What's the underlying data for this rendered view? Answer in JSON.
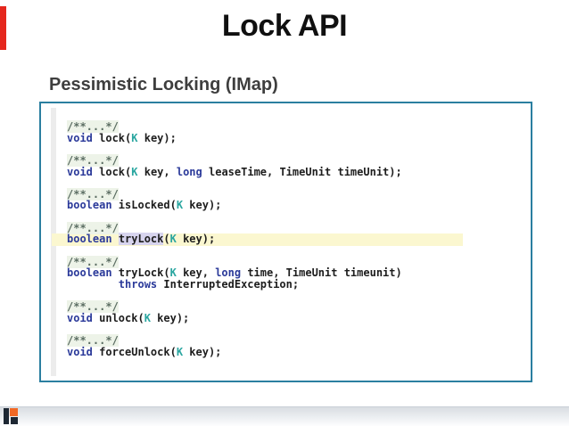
{
  "slide": {
    "title": "Lock API",
    "subtitle": "Pessimistic Locking (IMap)"
  },
  "colors": {
    "accent-red": "#e5271d",
    "box-border": "#2b7fa0",
    "keyword": "#2b3a9a",
    "type-param": "#2aa6a0",
    "comment": "#5c6e63",
    "comment-bg": "#edf3e8",
    "code-text": "#1d1d1d",
    "line-highlight": "#fbf7d0",
    "word-selection": "#d7d4ee",
    "logo-orange": "#f16824",
    "logo-dark": "#1d2733"
  },
  "code": {
    "lines": [
      {
        "tokens": [
          {
            "t": "cm",
            "s": "/**...*/"
          }
        ]
      },
      {
        "tokens": [
          {
            "t": "kw",
            "s": "void"
          },
          {
            "t": "tx",
            "s": " lock("
          },
          {
            "t": "ty",
            "s": "K"
          },
          {
            "t": "tx",
            "s": " key);"
          }
        ]
      },
      {
        "tokens": []
      },
      {
        "tokens": [
          {
            "t": "cm",
            "s": "/**...*/"
          }
        ]
      },
      {
        "tokens": [
          {
            "t": "kw",
            "s": "void"
          },
          {
            "t": "tx",
            "s": " lock("
          },
          {
            "t": "ty",
            "s": "K"
          },
          {
            "t": "tx",
            "s": " key, "
          },
          {
            "t": "kw",
            "s": "long"
          },
          {
            "t": "tx",
            "s": " leaseTime, TimeUnit timeUnit);"
          }
        ]
      },
      {
        "tokens": []
      },
      {
        "tokens": [
          {
            "t": "cm",
            "s": "/**...*/"
          }
        ]
      },
      {
        "tokens": [
          {
            "t": "kw",
            "s": "boolean"
          },
          {
            "t": "tx",
            "s": " isLocked("
          },
          {
            "t": "ty",
            "s": "K"
          },
          {
            "t": "tx",
            "s": " key);"
          }
        ]
      },
      {
        "tokens": []
      },
      {
        "tokens": [
          {
            "t": "cm",
            "s": "/**...*/"
          }
        ]
      },
      {
        "highlight": true,
        "tokens": [
          {
            "t": "kw",
            "s": "boolean"
          },
          {
            "t": "tx",
            "s": " "
          },
          {
            "t": "sel",
            "s": "tryLock"
          },
          {
            "t": "tx",
            "s": "("
          },
          {
            "t": "ty",
            "s": "K"
          },
          {
            "t": "tx",
            "s": " key);"
          }
        ]
      },
      {
        "tokens": []
      },
      {
        "tokens": [
          {
            "t": "cm",
            "s": "/**...*/"
          }
        ]
      },
      {
        "tokens": [
          {
            "t": "kw",
            "s": "boolean"
          },
          {
            "t": "tx",
            "s": " tryLock("
          },
          {
            "t": "ty",
            "s": "K"
          },
          {
            "t": "tx",
            "s": " key, "
          },
          {
            "t": "kw",
            "s": "long"
          },
          {
            "t": "tx",
            "s": " time, TimeUnit timeunit)"
          }
        ]
      },
      {
        "tokens": [
          {
            "t": "tx",
            "s": "        "
          },
          {
            "t": "kw",
            "s": "throws"
          },
          {
            "t": "tx",
            "s": " InterruptedException;"
          }
        ]
      },
      {
        "tokens": []
      },
      {
        "tokens": [
          {
            "t": "cm",
            "s": "/**...*/"
          }
        ]
      },
      {
        "tokens": [
          {
            "t": "kw",
            "s": "void"
          },
          {
            "t": "tx",
            "s": " unlock("
          },
          {
            "t": "ty",
            "s": "K"
          },
          {
            "t": "tx",
            "s": " key);"
          }
        ]
      },
      {
        "tokens": []
      },
      {
        "tokens": [
          {
            "t": "cm",
            "s": "/**...*/"
          }
        ]
      },
      {
        "tokens": [
          {
            "t": "kw",
            "s": "void"
          },
          {
            "t": "tx",
            "s": " forceUnlock("
          },
          {
            "t": "ty",
            "s": "K"
          },
          {
            "t": "tx",
            "s": " key);"
          }
        ]
      }
    ]
  }
}
